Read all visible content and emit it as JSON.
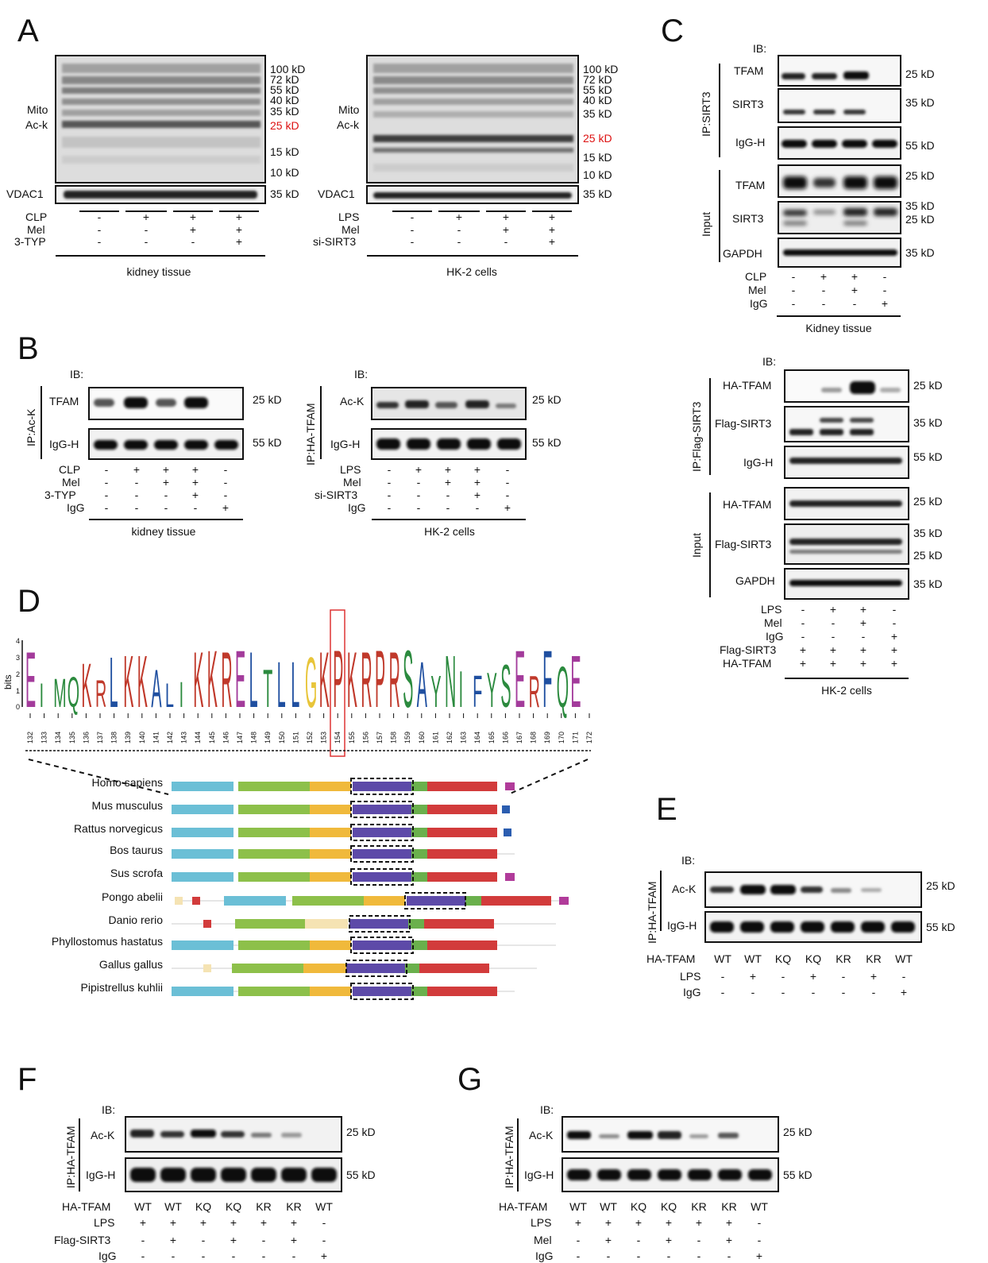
{
  "panels": {
    "A": "A",
    "B": "B",
    "C": "C",
    "D": "D",
    "E": "E",
    "F": "F",
    "G": "G"
  },
  "common": {
    "ib": "IB:",
    "mito": "Mito",
    "ack_lower": "Ac-k",
    "ack": "Ac-K",
    "vdac1": "VDAC1",
    "tfam": "TFAM",
    "sirt3": "SIRT3",
    "igg_h": "IgG-H",
    "gapdh": "GAPDH",
    "ha_tfam": "HA-TFAM",
    "flag_sirt3": "Flag-SIRT3",
    "ip_ack": "IP:Ac-K",
    "ip_sirt3": "IP:SIRT3",
    "ip_ha_tfam": "IP:HA-TFAM",
    "ip_flag_sirt3": "IP:Flag-SIRT3",
    "input": "Input",
    "clp": "CLP",
    "lps": "LPS",
    "mel": "Mel",
    "typ": "3-TYP",
    "sisirt3": "si-SIRT3",
    "igg": "IgG",
    "kidney_tissue": "kidney tissue",
    "kidney_tissue_cap": "Kidney tissue",
    "hk2": "HK-2 cells",
    "plus": "+",
    "minus": "-",
    "wt": "WT",
    "kq": "KQ",
    "kr": "KR"
  },
  "markers": {
    "m100": "100 kD",
    "m72": "72 kD",
    "m55": "55 kD",
    "m40": "40 kD",
    "m35": "35 kD",
    "m25": "25 kD",
    "m15": "15 kD",
    "m10": "10 kD"
  },
  "panel_D": {
    "ylabel": "bits",
    "y_ticks": [
      "4",
      "3",
      "2",
      "1",
      "0"
    ],
    "highlight_position": "154",
    "logo_letters": [
      "E",
      "I",
      "M",
      "Q",
      "K",
      "R",
      "L",
      "K",
      "K",
      "A",
      "L",
      "I",
      "K",
      "K",
      "R",
      "E",
      "L",
      "T",
      "L",
      "L",
      "G",
      "K",
      "P",
      "K",
      "R",
      "P",
      "R",
      "S",
      "A",
      "Y",
      "N",
      "I",
      "F",
      "Y",
      "S",
      "E",
      "R",
      "F",
      "Q",
      "E"
    ],
    "positions": [
      "132",
      "133",
      "134",
      "135",
      "136",
      "137",
      "138",
      "139",
      "140",
      "141",
      "142",
      "143",
      "144",
      "145",
      "146",
      "147",
      "148",
      "149",
      "150",
      "151",
      "152",
      "153",
      "154",
      "155",
      "156",
      "157",
      "158",
      "159",
      "160",
      "161",
      "162",
      "163",
      "164",
      "165",
      "166",
      "167",
      "168",
      "169",
      "170",
      "171",
      "172"
    ],
    "species": [
      "Homo sapiens",
      "Mus musculus",
      "Rattus norvegicus",
      "Bos taurus",
      "Sus scrofa",
      "Pongo abelii",
      "Danio rerio",
      "Phyllostomus hastatus",
      "Gallus gallus",
      "Pipistrellus kuhlii"
    ],
    "domain_colors": {
      "cyan": "#6bbfd6",
      "green": "#8dc04a",
      "orange": "#f0b93b",
      "purple": "#5d4aa8",
      "lightgreen": "#6ab04c",
      "red": "#d23b3b",
      "magenta": "#b13b9a",
      "blue": "#2b5db0",
      "cream": "#f5e3b3"
    }
  }
}
